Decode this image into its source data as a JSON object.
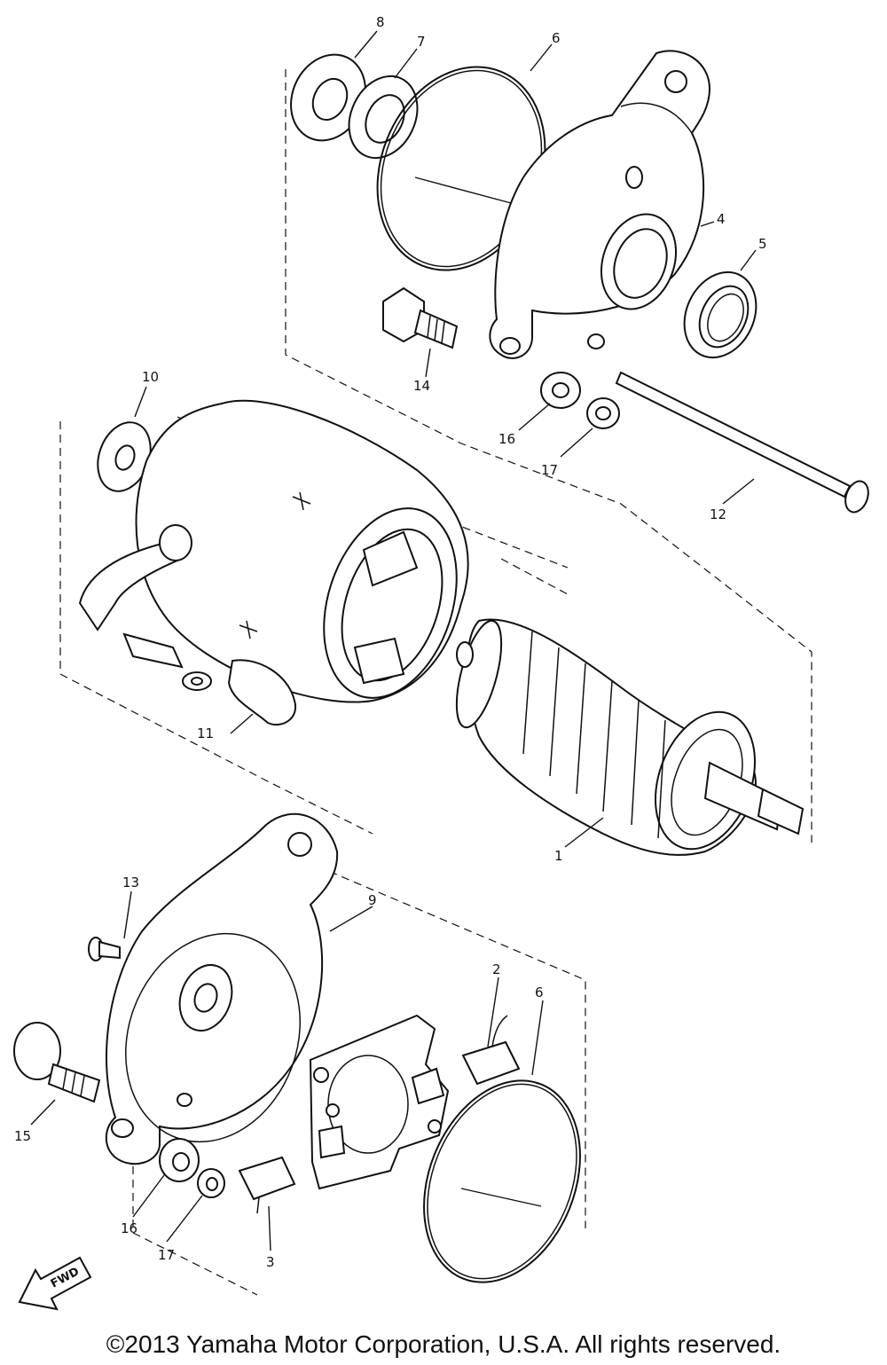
{
  "diagram": {
    "parts": [
      {
        "id": "part-1",
        "number": "1"
      },
      {
        "id": "part-2",
        "number": "2"
      },
      {
        "id": "part-3",
        "number": "3"
      },
      {
        "id": "part-4",
        "number": "4"
      },
      {
        "id": "part-5",
        "number": "5"
      },
      {
        "id": "part-6-top",
        "number": "6"
      },
      {
        "id": "part-6-bottom",
        "number": "6"
      },
      {
        "id": "part-7",
        "number": "7"
      },
      {
        "id": "part-8",
        "number": "8"
      },
      {
        "id": "part-9",
        "number": "9"
      },
      {
        "id": "part-10",
        "number": "10"
      },
      {
        "id": "part-11",
        "number": "11"
      },
      {
        "id": "part-12",
        "number": "12"
      },
      {
        "id": "part-13",
        "number": "13"
      },
      {
        "id": "part-14",
        "number": "14"
      },
      {
        "id": "part-15",
        "number": "15"
      },
      {
        "id": "part-16-top",
        "number": "16"
      },
      {
        "id": "part-16-bottom",
        "number": "16"
      },
      {
        "id": "part-17-top",
        "number": "17"
      },
      {
        "id": "part-17-bottom",
        "number": "17"
      }
    ],
    "fwd_label": "FWD"
  },
  "footer": {
    "copyright": "©2013 Yamaha Motor Corporation, U.S.A. All rights reserved."
  }
}
